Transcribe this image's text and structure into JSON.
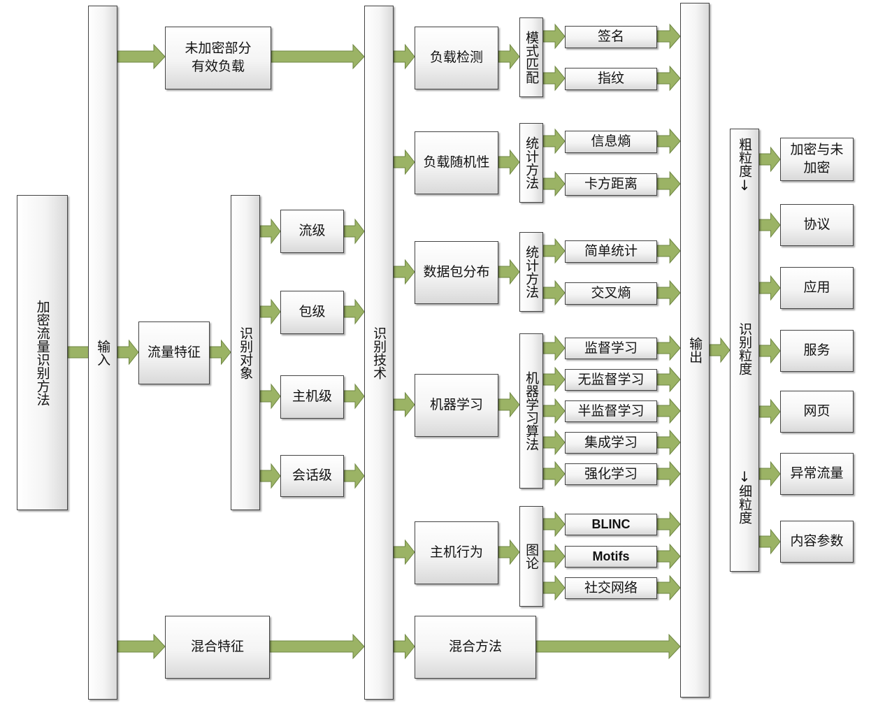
{
  "colors": {
    "arrow_fill": "#9bb365",
    "arrow_stroke": "#6f8743",
    "box_border": "#444444"
  },
  "root": {
    "label": "加密流量识别方法"
  },
  "input": {
    "label": "输入"
  },
  "features": {
    "unencrypted_payload": "未加密部分\n有效负载",
    "traffic_features": "流量特征",
    "hybrid_features": "混合特征"
  },
  "objects": {
    "label": "识别对象",
    "items": [
      "流级",
      "包级",
      "主机级",
      "会话级"
    ]
  },
  "technique": {
    "label": "识别技术"
  },
  "methods": {
    "payload_detection": "负载检测",
    "payload_randomness": "负载随机性",
    "packet_distribution": "数据包分布",
    "machine_learning": "机器学习",
    "host_behavior": "主机行为",
    "hybrid_method": "混合方法"
  },
  "subgroups": {
    "pattern_matching": "模式匹配",
    "statistics_1": "统计方法",
    "statistics_2": "统计方法",
    "ml_algorithms": "机器学习算法",
    "graph_theory": "图论"
  },
  "leaves": {
    "signature": "签名",
    "fingerprint": "指纹",
    "entropy": "信息熵",
    "chi_square": "卡方距离",
    "simple_stats": "简单统计",
    "cross_entropy": "交叉熵",
    "supervised": "监督学习",
    "unsupervised": "无监督学习",
    "semi_supervised": "半监督学习",
    "ensemble": "集成学习",
    "reinforcement": "强化学习",
    "blinc": "BLINC",
    "motifs": "Motifs",
    "social_network": "社交网络"
  },
  "output": {
    "label": "输出"
  },
  "granularity": {
    "coarse": "粗粒度",
    "title": "识别粒度",
    "fine": "细粒度",
    "down_arrow": "↓"
  },
  "results": [
    "加密与未\n加密",
    "协议",
    "应用",
    "服务",
    "网页",
    "异常流量",
    "内容参数"
  ]
}
